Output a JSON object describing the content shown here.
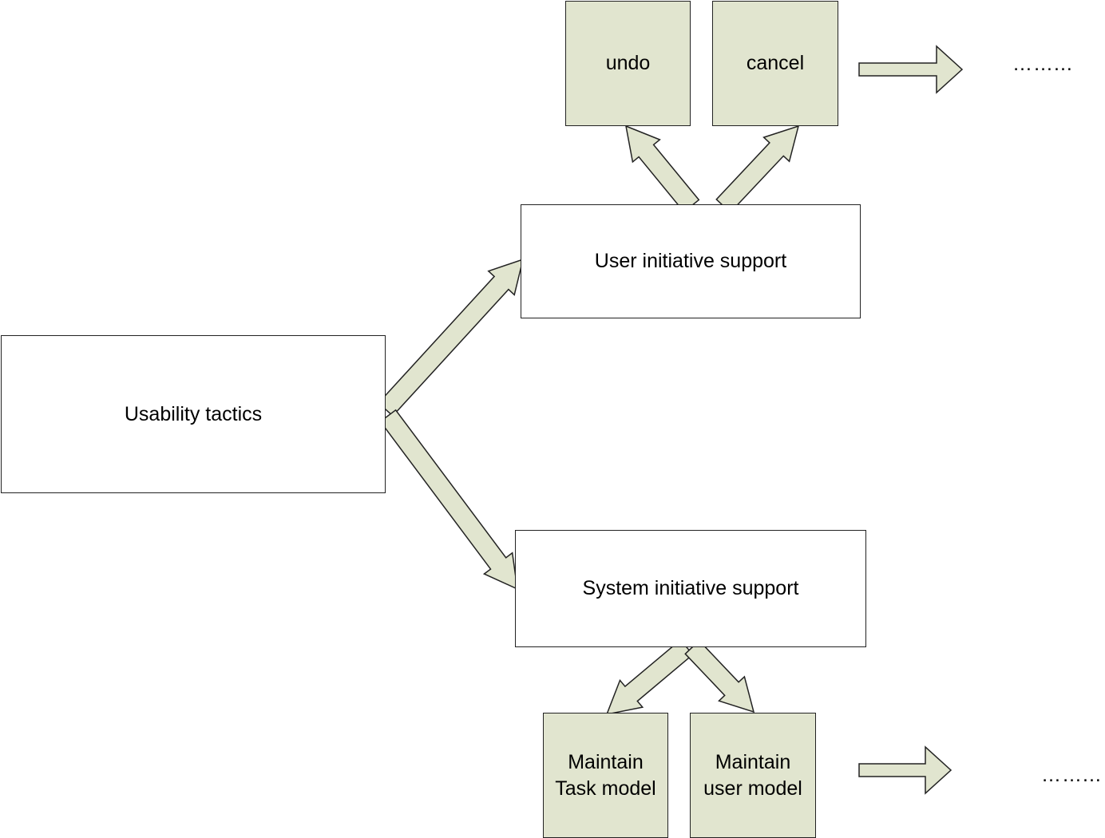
{
  "nodes": {
    "usability_tactics": "Usability tactics",
    "user_initiative": "User initiative support",
    "system_initiative": "System initiative support",
    "undo": "undo",
    "cancel": "cancel",
    "maintain_task_model": "Maintain\nTask model",
    "maintain_user_model": "Maintain\nuser model"
  },
  "continuations": {
    "top": "……...",
    "bottom": "……..."
  },
  "colors": {
    "tactic_fill": "#e1e5cf",
    "category_fill": "#ffffff",
    "outline": "#222222"
  }
}
